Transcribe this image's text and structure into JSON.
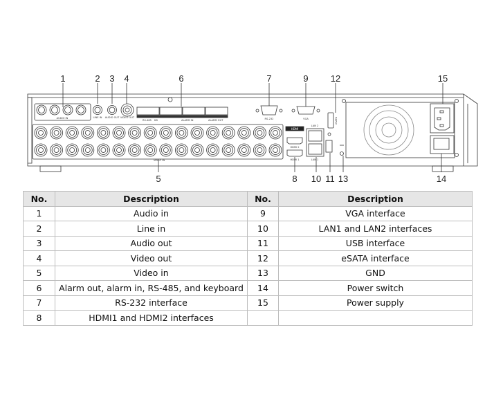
{
  "diagram": {
    "callouts_top": [
      "1",
      "2",
      "3",
      "4",
      "6",
      "7",
      "9",
      "12",
      "15"
    ],
    "callouts_bottom": [
      "5",
      "8",
      "10",
      "11",
      "13",
      "14"
    ],
    "panel_labels": {
      "audio_in": "AUDIO IN",
      "line_in": "LINE IN",
      "audio_out": "AUDIO OUT",
      "video_out": "VIDEO OUT",
      "rs485": "RS-485",
      "kb": "KB",
      "alarm_in": "ALARM IN",
      "alarm_out": "ALARM OUT",
      "rs232": "RS-232",
      "vga": "VGA",
      "esata": "eSATA",
      "lan2": "LAN 2",
      "lan1": "LAN 1",
      "hdmi_logo": "HDMI",
      "hdmi2": "HDMI 2",
      "hdmi1": "HDMI 1",
      "video_in": "VIDEO IN"
    }
  },
  "table": {
    "headers": [
      "No.",
      "Description",
      "No.",
      "Description"
    ],
    "rows": [
      [
        "1",
        "Audio in",
        "9",
        "VGA interface"
      ],
      [
        "2",
        "Line in",
        "10",
        "LAN1 and LAN2 interfaces"
      ],
      [
        "3",
        "Audio out",
        "11",
        "USB interface"
      ],
      [
        "4",
        "Video out",
        "12",
        "eSATA interface"
      ],
      [
        "5",
        "Video in",
        "13",
        "GND"
      ],
      [
        "6",
        "Alarm out, alarm in, RS-485, and keyboard",
        "14",
        "Power switch"
      ],
      [
        "7",
        "RS-232 interface",
        "15",
        "Power supply"
      ],
      [
        "8",
        "HDMI1 and HDMI2 interfaces",
        "",
        ""
      ]
    ]
  }
}
